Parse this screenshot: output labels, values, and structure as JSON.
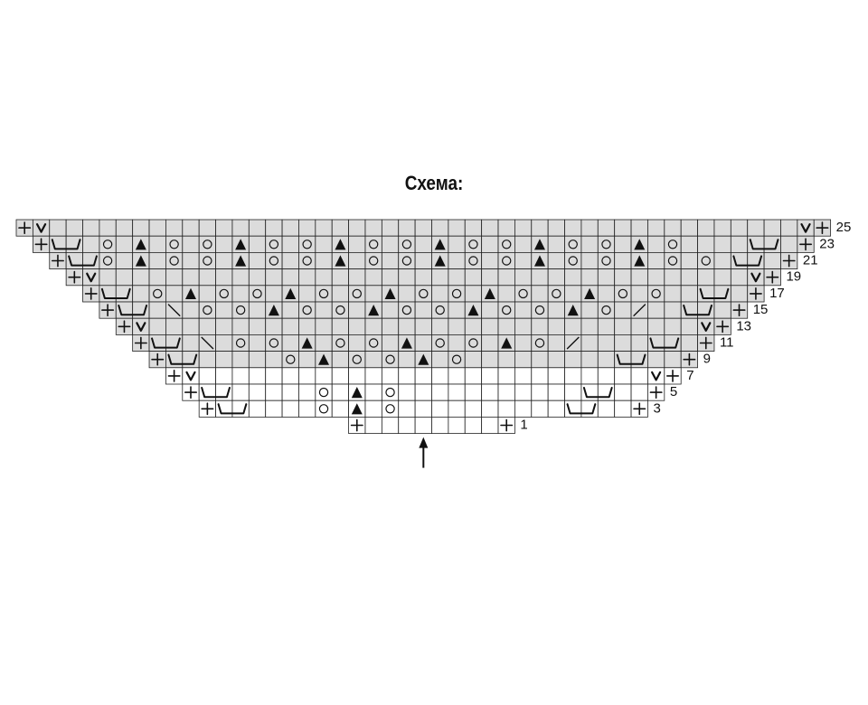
{
  "title": "Схема:",
  "colors": {
    "shaded": "#dcdcdc",
    "plain": "#ffffff",
    "lines": "#222222",
    "symbols": "#111111"
  },
  "chart": {
    "rows": [
      {
        "cells": "E................................................E",
        "label": ""
      },
      {
        "cells": "EV..............................................VE",
        "label": "25"
      },
      {
        "cells": "EVVV.........O.T.O.O.T.O.O.T.O.O.T.O.O.T.O.O.T.O.",
        "label": ""
      }
    ]
  },
  "pattern": {
    "row_numbers": [
      "1",
      "3",
      "5",
      "7",
      "9",
      "11",
      "13",
      "15",
      "17",
      "19",
      "21",
      "23",
      "25"
    ],
    "legend_symbols": [
      "plus-stitch",
      "v-stitch",
      "decrease-bracket",
      "yarn-over",
      "triangle-decrease",
      "slash-left",
      "slash-right"
    ],
    "chart_rows": [
      {
        "label": "25",
        "text": "+V.....................................................................................V+"
      },
      {
        "label": "",
        "text": "+U.OT.OO.T.OO.T.OO.T.OO.T.OO.T.O.U+"
      },
      {
        "label": "23",
        "text": ""
      }
    ]
  },
  "grid": {
    "rows": [
      {
        "start": 0,
        "end": 48,
        "shaded": true,
        "label": "25",
        "cells": {
          "0": "plus",
          "1": "v",
          "47": "v",
          "48": "plus"
        }
      },
      {
        "start": 1,
        "end": 47,
        "shaded": true,
        "label": "23",
        "cells": {
          "1": "plus",
          "2": "dec",
          "5": "yo",
          "7": "tri",
          "9": "yo",
          "11": "yo",
          "13": "tri",
          "15": "yo",
          "17": "yo",
          "19": "tri",
          "21": "yo",
          "23": "yo",
          "25": "tri",
          "27": "yo",
          "29": "yo",
          "31": "tri",
          "33": "yo",
          "35": "yo",
          "37": "tri",
          "39": "yo",
          "44": "dec",
          "47": "plus"
        }
      },
      {
        "start": 2,
        "end": 46,
        "shaded": true,
        "label": "21",
        "cells": {
          "2": "plus",
          "3": "dec",
          "5": "yo",
          "7": "tri",
          "9": "yo",
          "11": "yo",
          "13": "tri",
          "15": "yo",
          "17": "yo",
          "19": "tri",
          "21": "yo",
          "23": "yo",
          "25": "tri",
          "27": "yo",
          "29": "yo",
          "31": "tri",
          "33": "yo",
          "35": "yo",
          "37": "tri",
          "39": "yo",
          "41": "yo",
          "43": "dec",
          "46": "plus"
        }
      },
      {
        "start": 3,
        "end": 45,
        "shaded": true,
        "label": "19",
        "cells": {
          "3": "plus",
          "4": "v",
          "44": "v",
          "45": "plus"
        }
      },
      {
        "start": 4,
        "end": 44,
        "shaded": true,
        "label": "17",
        "cells": {
          "4": "plus",
          "5": "dec",
          "8": "yo",
          "10": "tri",
          "12": "yo",
          "14": "yo",
          "16": "tri",
          "18": "yo",
          "20": "yo",
          "22": "tri",
          "24": "yo",
          "26": "yo",
          "28": "tri",
          "30": "yo",
          "32": "yo",
          "34": "tri",
          "36": "yo",
          "38": "yo",
          "41": "dec",
          "44": "plus"
        }
      },
      {
        "start": 5,
        "end": 43,
        "shaded": true,
        "label": "15",
        "cells": {
          "5": "plus",
          "6": "dec",
          "9": "bslash",
          "11": "yo",
          "13": "yo",
          "15": "tri",
          "17": "yo",
          "19": "yo",
          "21": "tri",
          "23": "yo",
          "25": "yo",
          "27": "tri",
          "29": "yo",
          "31": "yo",
          "33": "tri",
          "35": "yo",
          "37": "slash",
          "40": "dec",
          "43": "plus"
        }
      },
      {
        "start": 6,
        "end": 42,
        "shaded": true,
        "label": "13",
        "cells": {
          "6": "plus",
          "7": "v",
          "41": "v",
          "42": "plus"
        }
      },
      {
        "start": 7,
        "end": 41,
        "shaded": true,
        "label": "11",
        "cells": {
          "7": "plus",
          "8": "dec",
          "11": "bslash",
          "13": "yo",
          "15": "yo",
          "17": "tri",
          "19": "yo",
          "21": "yo",
          "23": "tri",
          "25": "yo",
          "27": "yo",
          "29": "tri",
          "31": "yo",
          "33": "slash",
          "38": "dec",
          "41": "plus"
        }
      },
      {
        "start": 8,
        "end": 40,
        "shaded": true,
        "label": "9",
        "cells": {
          "8": "plus",
          "9": "dec",
          "16": "yo",
          "18": "tri",
          "20": "yo",
          "22": "yo",
          "24": "tri",
          "26": "yo",
          "36": "dec",
          "40": "plus"
        }
      },
      {
        "start": 9,
        "end": 39,
        "shaded": false,
        "label": "7",
        "cells": {
          "9": "plus",
          "10": "v",
          "38": "v",
          "39": "plus"
        }
      },
      {
        "start": 10,
        "end": 38,
        "shaded": false,
        "label": "5",
        "cells": {
          "10": "plus",
          "11": "dec",
          "18": "yo",
          "20": "tri",
          "22": "yo",
          "34": "dec",
          "38": "plus"
        }
      },
      {
        "start": 11,
        "end": 37,
        "shaded": false,
        "label": "3",
        "cells": {
          "11": "plus",
          "12": "dec",
          "18": "yo",
          "20": "tri",
          "22": "yo",
          "33": "dec",
          "37": "plus"
        }
      },
      {
        "start": 20,
        "end": 29,
        "shaded": false,
        "label": "1",
        "cells": {
          "20": "plus",
          "29": "plus"
        }
      }
    ]
  }
}
